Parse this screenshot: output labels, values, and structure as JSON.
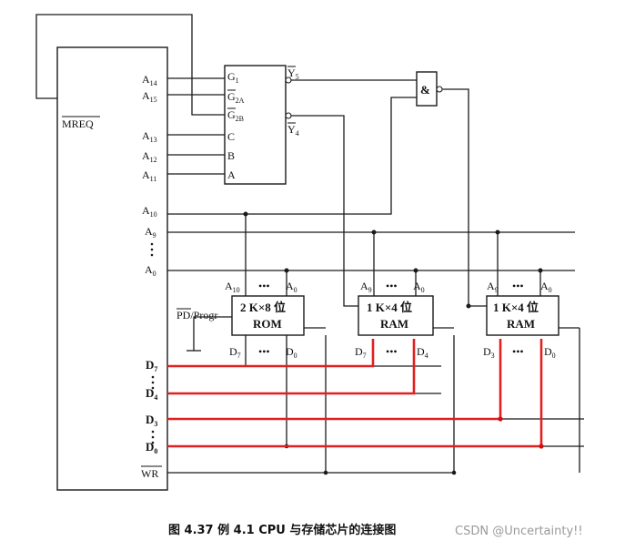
{
  "cpu": {
    "mreq": "MREQ",
    "pins": {
      "a14": [
        "A",
        "14"
      ],
      "a15": [
        "A",
        "15"
      ],
      "a13": [
        "A",
        "13"
      ],
      "a12": [
        "A",
        "12"
      ],
      "a11": [
        "A",
        "11"
      ],
      "a10": [
        "A",
        "10"
      ],
      "a9": [
        "A",
        "9"
      ],
      "a0": [
        "A",
        "0"
      ],
      "d7": [
        "D",
        "7"
      ],
      "d4": [
        "D",
        "4"
      ],
      "d3": [
        "D",
        "3"
      ],
      "d0": [
        "D",
        "0"
      ],
      "wr": "WR"
    }
  },
  "decoder": {
    "g1": [
      "G",
      "1"
    ],
    "g2a": [
      "G",
      "2A"
    ],
    "g2b": [
      "G",
      "2B"
    ],
    "c": "C",
    "b": "B",
    "a": "A",
    "y5": [
      "Y",
      "5"
    ],
    "y4": [
      "Y",
      "4"
    ]
  },
  "and_gate": {
    "symbol": "&"
  },
  "pd_label": "PD/Progr",
  "rom": {
    "line1": "2 K×8 位",
    "line2": "ROM",
    "addr_hi": [
      "A",
      "10"
    ],
    "addr_lo": [
      "A",
      "0"
    ],
    "data_hi": [
      "D",
      "7"
    ],
    "data_lo": [
      "D",
      "0"
    ]
  },
  "ram1": {
    "line1": "1 K×4 位",
    "line2": "RAM",
    "addr_hi": [
      "A",
      "9"
    ],
    "addr_lo": [
      "A",
      "0"
    ],
    "data_hi": [
      "D",
      "7"
    ],
    "data_lo": [
      "D",
      "4"
    ]
  },
  "ram2": {
    "line1": "1 K×4 位",
    "line2": "RAM",
    "addr_hi": [
      "A",
      "9"
    ],
    "addr_lo": [
      "A",
      "0"
    ],
    "data_hi": [
      "D",
      "3"
    ],
    "data_lo": [
      "D",
      "0"
    ]
  },
  "ellipsis": "•••",
  "caption": "图 4.37   例 4.1 CPU 与存储芯片的连接图",
  "watermark": "CSDN @Uncertainty!!",
  "colors": {
    "wire": "#1a1a1a",
    "highlight": "#e02020"
  }
}
